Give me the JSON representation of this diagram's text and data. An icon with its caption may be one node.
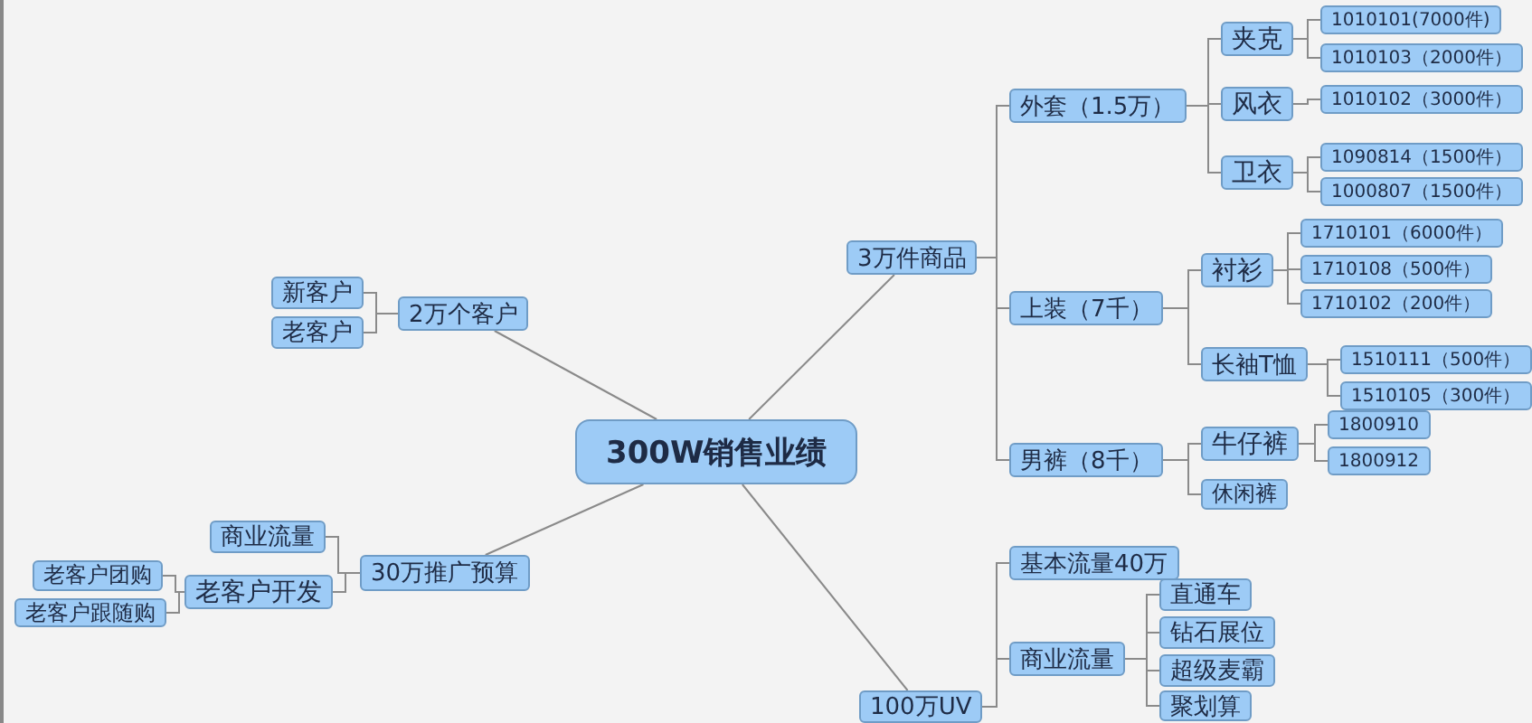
{
  "diagram": {
    "nodes": [
      {
        "text": [
          "300W销售业绩"
        ]
      },
      {
        "text": [
          "3万件商品"
        ]
      },
      {
        "text": [
          "外套（1.5万）"
        ]
      },
      {
        "text": [
          "夹克"
        ]
      },
      {
        "text": [
          "1010101(7000件)"
        ]
      },
      {
        "text": [
          "1010103（2000件）"
        ]
      },
      {
        "text": [
          "风衣"
        ]
      },
      {
        "text": [
          "1010102（3000件）"
        ]
      },
      {
        "text": [
          "卫衣"
        ]
      },
      {
        "text": [
          "1090814（1500件）"
        ]
      },
      {
        "text": [
          "1000807（1500件）"
        ]
      },
      {
        "text": [
          "上装（7千）"
        ]
      },
      {
        "text": [
          "衬衫"
        ]
      },
      {
        "text": [
          "1710101（6000件）"
        ]
      },
      {
        "text": [
          "1710108（500件）"
        ]
      },
      {
        "text": [
          "1710102（200件）"
        ]
      },
      {
        "text": [
          "长袖T恤"
        ]
      },
      {
        "text": [
          "1510111（500件）"
        ]
      },
      {
        "text": [
          "1510105（300件）"
        ]
      },
      {
        "text": [
          "男裤（8千）"
        ]
      },
      {
        "text": [
          "牛仔裤"
        ]
      },
      {
        "text": [
          "1800910"
        ]
      },
      {
        "text": [
          "1800912"
        ]
      },
      {
        "text": [
          "休闲裤"
        ]
      },
      {
        "text": [
          "2万个客户"
        ]
      },
      {
        "text": [
          "新客户"
        ]
      },
      {
        "text": [
          "老客户"
        ]
      },
      {
        "text": [
          "30万推广预算"
        ]
      },
      {
        "text": [
          "商业流量"
        ]
      },
      {
        "text": [
          "老客户开发"
        ]
      },
      {
        "text": [
          "老客户团购"
        ]
      },
      {
        "text": [
          "老客户跟随购"
        ]
      },
      {
        "text": [
          "100万UV"
        ]
      },
      {
        "text": [
          "基本流量40万"
        ]
      },
      {
        "text": [
          "商业流量"
        ]
      },
      {
        "text": [
          "直通车"
        ]
      },
      {
        "text": [
          "钻石展位"
        ]
      },
      {
        "text": [
          "超级麦霸"
        ]
      },
      {
        "text": [
          "聚划算"
        ]
      }
    ],
    "edges": [
      {
        "from": 0,
        "to": 1,
        "arrow": "none"
      },
      {
        "from": 0,
        "to": 24,
        "arrow": "none"
      },
      {
        "from": 0,
        "to": 27,
        "arrow": "none"
      },
      {
        "from": 0,
        "to": 32,
        "arrow": "none"
      },
      {
        "from": 1,
        "to": 2,
        "arrow": "none"
      },
      {
        "from": 1,
        "to": 11,
        "arrow": "none"
      },
      {
        "from": 1,
        "to": 19,
        "arrow": "none"
      },
      {
        "from": 2,
        "to": 3,
        "arrow": "none"
      },
      {
        "from": 2,
        "to": 6,
        "arrow": "none"
      },
      {
        "from": 2,
        "to": 8,
        "arrow": "none"
      },
      {
        "from": 3,
        "to": 4,
        "arrow": "none"
      },
      {
        "from": 3,
        "to": 5,
        "arrow": "none"
      },
      {
        "from": 6,
        "to": 7,
        "arrow": "none"
      },
      {
        "from": 8,
        "to": 9,
        "arrow": "none"
      },
      {
        "from": 8,
        "to": 10,
        "arrow": "none"
      },
      {
        "from": 11,
        "to": 12,
        "arrow": "none"
      },
      {
        "from": 11,
        "to": 16,
        "arrow": "none"
      },
      {
        "from": 12,
        "to": 13,
        "arrow": "none"
      },
      {
        "from": 12,
        "to": 14,
        "arrow": "none"
      },
      {
        "from": 12,
        "to": 15,
        "arrow": "none"
      },
      {
        "from": 16,
        "to": 17,
        "arrow": "none"
      },
      {
        "from": 16,
        "to": 18,
        "arrow": "none"
      },
      {
        "from": 19,
        "to": 20,
        "arrow": "none"
      },
      {
        "from": 19,
        "to": 23,
        "arrow": "none"
      },
      {
        "from": 20,
        "to": 21,
        "arrow": "none"
      },
      {
        "from": 20,
        "to": 22,
        "arrow": "none"
      },
      {
        "from": 24,
        "to": 25,
        "arrow": "none"
      },
      {
        "from": 24,
        "to": 26,
        "arrow": "none"
      },
      {
        "from": 27,
        "to": 28,
        "arrow": "none"
      },
      {
        "from": 27,
        "to": 29,
        "arrow": "none"
      },
      {
        "from": 29,
        "to": 30,
        "arrow": "none"
      },
      {
        "from": 29,
        "to": 31,
        "arrow": "none"
      },
      {
        "from": 32,
        "to": 33,
        "arrow": "none"
      },
      {
        "from": 32,
        "to": 34,
        "arrow": "none"
      },
      {
        "from": 34,
        "to": 35,
        "arrow": "none"
      },
      {
        "from": 34,
        "to": 36,
        "arrow": "none"
      },
      {
        "from": 34,
        "to": 37,
        "arrow": "none"
      },
      {
        "from": 34,
        "to": 38,
        "arrow": "none"
      }
    ]
  }
}
